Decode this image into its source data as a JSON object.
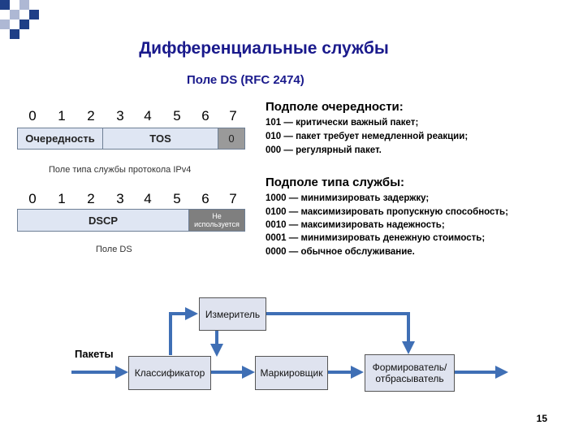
{
  "colors": {
    "title": "#1a1a8c",
    "field_fill": "#dfe6f3",
    "dark_field_fill": "#9a9a9a",
    "unused_fill": "#7f7f7f",
    "arrow": "#3f6fb5",
    "deco_blue": "#1f3f87",
    "deco_light": "#aeb8d4"
  },
  "title": "Дифференциальные службы",
  "subtitle": "Поле DS (RFC 2474)",
  "bit_numbers": [
    "0",
    "1",
    "2",
    "3",
    "4",
    "5",
    "6",
    "7"
  ],
  "ipv4_field": {
    "precedence": "Очередность",
    "tos": "TOS",
    "zero": "0",
    "caption": "Поле типа службы протокола IPv4"
  },
  "ds_field": {
    "dscp": "DSCP",
    "unused_line1": "Не",
    "unused_line2": "используется",
    "caption": "Поле DS"
  },
  "precedence_subfield": {
    "heading": "Подполе очередности:",
    "lines": [
      "101 — критически важный пакет;",
      "010 — пакет требует немедленной реакции;",
      "000 — регулярный пакет."
    ]
  },
  "service_subfield": {
    "heading": "Подполе типа службы:",
    "lines": [
      "1000 — минимизировать задержку;",
      "0100 — максимизировать пропускную способность;",
      "0010 — максимизировать надежность;",
      "0001 — минимизировать денежную стоимость;",
      "0000 — обычное обслуживание."
    ]
  },
  "flow": {
    "packets_label": "Пакеты",
    "classifier": "Классификатор",
    "meter": "Измеритель",
    "marker": "Маркировщик",
    "shaper_line1": "Формирователь/",
    "shaper_line2": "отбрасыватель"
  },
  "page_number": "15"
}
